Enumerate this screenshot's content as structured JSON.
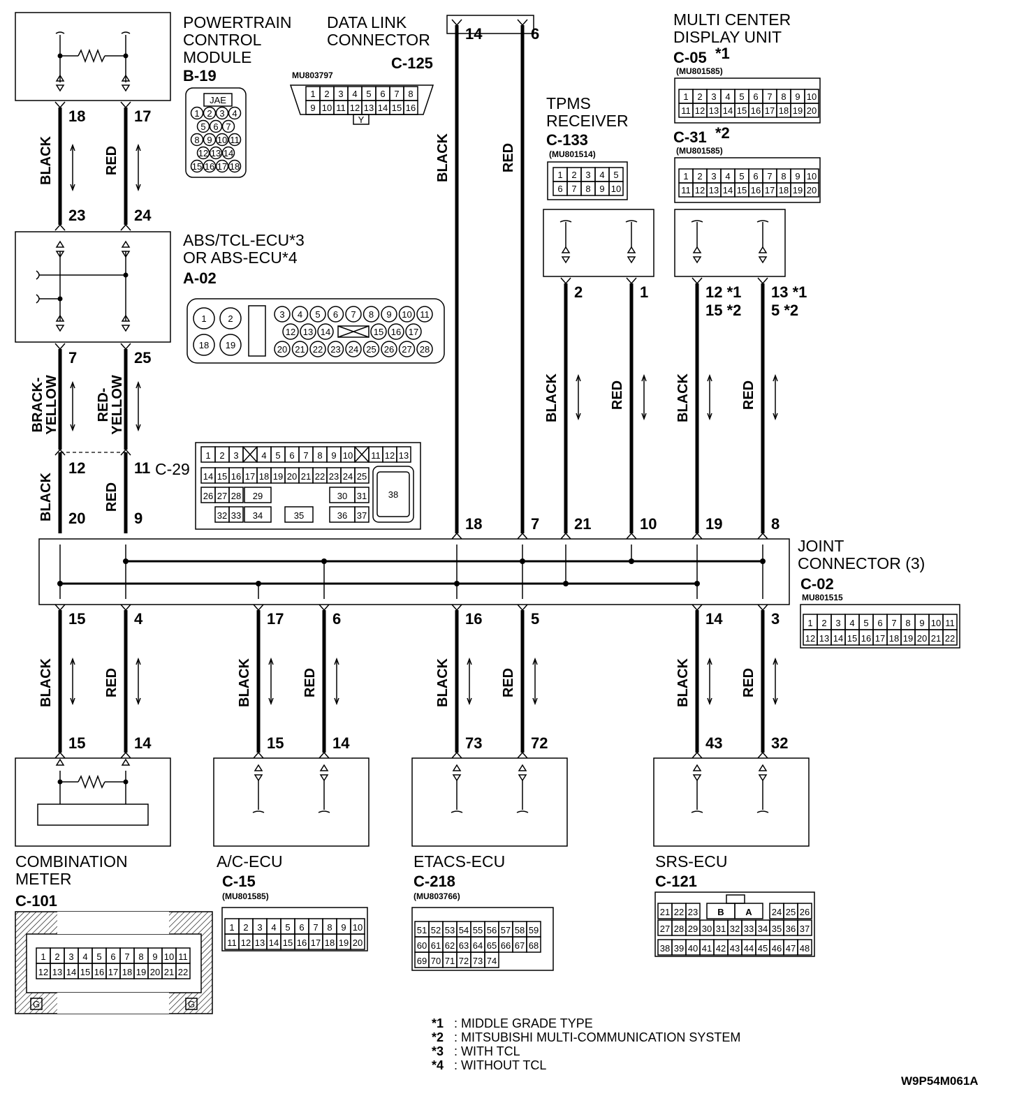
{
  "components": {
    "pcm": {
      "name": [
        "POWERTRAIN",
        "CONTROL",
        "MODULE"
      ],
      "code": "B-19",
      "tag": "JAE"
    },
    "dlc": {
      "name": [
        "DATA LINK",
        "CONNECTOR"
      ],
      "code": "C-125",
      "part": "MU803797",
      "tag": "Y"
    },
    "mcdu": {
      "name": [
        "MULTI CENTER",
        "DISPLAY UNIT"
      ],
      "code": "C-05",
      "code_mark": "*1",
      "part": "(MU801585)",
      "code2": "C-31",
      "code2_mark": "*2",
      "part2": "(MU801585)"
    },
    "tpms": {
      "name": [
        "TPMS",
        "RECEIVER"
      ],
      "code": "C-133",
      "part": "(MU801514)"
    },
    "abs": {
      "name": [
        "ABS/TCL-ECU*3",
        "OR ABS-ECU*4"
      ],
      "code": "A-02"
    },
    "c29": {
      "code": "C-29"
    },
    "joint": {
      "name": [
        "JOINT",
        "CONNECTOR (3)"
      ],
      "code": "C-02",
      "part": "MU801515"
    },
    "meter": {
      "name": [
        "COMBINATION",
        "METER"
      ],
      "code": "C-101",
      "tag": "G"
    },
    "ac": {
      "name": [
        "A/C-ECU"
      ],
      "code": "C-15",
      "part": "(MU801585)"
    },
    "etacs": {
      "name": [
        "ETACS-ECU"
      ],
      "code": "C-218",
      "part": "(MU803766)"
    },
    "srs": {
      "name": [
        "SRS-ECU"
      ],
      "code": "C-121"
    }
  },
  "wires": {
    "pcm_black": {
      "color": "BLACK",
      "pin_top": "18",
      "pin_bottom": "23"
    },
    "pcm_red": {
      "color": "RED",
      "pin_top": "17",
      "pin_bottom": "24"
    },
    "abs_black": {
      "color": "BRACK-YELLOW",
      "pin_top": "7",
      "pin_bottom": "12"
    },
    "abs_red": {
      "color": "RED-YELLOW",
      "pin_top": "25",
      "pin_bottom": "11"
    },
    "c29_black": {
      "color": "BLACK",
      "pin_bottom": "20"
    },
    "c29_red": {
      "color": "RED",
      "pin_bottom": "9"
    },
    "dlc_black": {
      "color": "BLACK",
      "pin_top": "14",
      "pin_bottom": "18"
    },
    "dlc_red": {
      "color": "RED",
      "pin_top": "6",
      "pin_bottom": "7"
    },
    "tpms_black": {
      "color": "BLACK",
      "pin_top": "2",
      "pin_bottom": "21"
    },
    "tpms_red": {
      "color": "RED",
      "pin_top": "1",
      "pin_bottom": "10"
    },
    "mcdu_black": {
      "color": "BLACK",
      "pin_top": "12 *1",
      "pin_top2": "15 *2",
      "pin_bottom": "19"
    },
    "mcdu_red": {
      "color": "RED",
      "pin_top": "13 *1",
      "pin_top2": "5 *2",
      "pin_bottom": "8"
    },
    "meter_black": {
      "color": "BLACK",
      "pin_top": "15",
      "pin_bottom": "15"
    },
    "meter_red": {
      "color": "RED",
      "pin_top": "4",
      "pin_bottom": "14"
    },
    "ac_black": {
      "color": "BLACK",
      "pin_top": "17",
      "pin_bottom": "15"
    },
    "ac_red": {
      "color": "RED",
      "pin_top": "6",
      "pin_bottom": "14"
    },
    "etacs_black": {
      "color": "BLACK",
      "pin_top": "16",
      "pin_bottom": "73"
    },
    "etacs_red": {
      "color": "RED",
      "pin_top": "5",
      "pin_bottom": "72"
    },
    "srs_black": {
      "color": "BLACK",
      "pin_top": "14",
      "pin_bottom": "43"
    },
    "srs_red": {
      "color": "RED",
      "pin_top": "3",
      "pin_bottom": "32"
    }
  },
  "connector_pins": {
    "pcm": [
      [
        "1",
        "2",
        "3",
        "4"
      ],
      [
        "5",
        "6",
        "7"
      ],
      [
        "8",
        "9",
        "10",
        "11"
      ],
      [
        "12",
        "13",
        "14"
      ],
      [
        "15",
        "16",
        "17",
        "18"
      ]
    ],
    "dlc": [
      [
        "1",
        "2",
        "3",
        "4",
        "5",
        "6",
        "7",
        "8"
      ],
      [
        "9",
        "10",
        "11",
        "12",
        "13",
        "14",
        "15",
        "16"
      ]
    ],
    "mcdu": [
      [
        "1",
        "2",
        "3",
        "4",
        "5",
        "6",
        "7",
        "8",
        "9",
        "10"
      ],
      [
        "11",
        "12",
        "13",
        "14",
        "15",
        "16",
        "17",
        "18",
        "19",
        "20"
      ]
    ],
    "tpms": [
      [
        "1",
        "2",
        "3",
        "4",
        "5"
      ],
      [
        "6",
        "7",
        "8",
        "9",
        "10"
      ]
    ],
    "abs_big": [
      "1",
      "2",
      "18",
      "19"
    ],
    "abs_small": [
      [
        "3",
        "4",
        "5",
        "6",
        "7",
        "8",
        "9",
        "10",
        "11"
      ],
      [
        "12",
        "13",
        "14",
        "15",
        "16",
        "17"
      ],
      [
        "20",
        "21",
        "22",
        "23",
        "24",
        "25",
        "26",
        "27",
        "28"
      ]
    ],
    "c29": [
      [
        "1",
        "2",
        "3",
        "4",
        "5",
        "6",
        "7",
        "8",
        "9",
        "10",
        "11",
        "12",
        "13"
      ],
      [
        "14",
        "15",
        "16",
        "17",
        "18",
        "19",
        "20",
        "21",
        "22",
        "23",
        "24",
        "25"
      ],
      [
        "26",
        "27",
        "28",
        "29",
        "30",
        "31"
      ],
      [
        "32",
        "33",
        "34",
        "35",
        "36",
        "37"
      ],
      [
        "38"
      ]
    ],
    "joint": [
      [
        "1",
        "2",
        "3",
        "4",
        "5",
        "6",
        "7",
        "8",
        "9",
        "10",
        "11"
      ],
      [
        "12",
        "13",
        "14",
        "15",
        "16",
        "17",
        "18",
        "19",
        "20",
        "21",
        "22"
      ]
    ],
    "meter": [
      [
        "1",
        "2",
        "3",
        "4",
        "5",
        "6",
        "7",
        "8",
        "9",
        "10",
        "11"
      ],
      [
        "12",
        "13",
        "14",
        "15",
        "16",
        "17",
        "18",
        "19",
        "20",
        "21",
        "22"
      ]
    ],
    "ac": [
      [
        "1",
        "2",
        "3",
        "4",
        "5",
        "6",
        "7",
        "8",
        "9",
        "10"
      ],
      [
        "11",
        "12",
        "13",
        "14",
        "15",
        "16",
        "17",
        "18",
        "19",
        "20"
      ]
    ],
    "etacs": [
      [
        "51",
        "52",
        "53",
        "54",
        "55",
        "56",
        "57",
        "58",
        "59"
      ],
      [
        "60",
        "61",
        "62",
        "63",
        "64",
        "65",
        "66",
        "67",
        "68"
      ],
      [
        "69",
        "70",
        "71",
        "72",
        "73",
        "74"
      ]
    ],
    "srs": [
      [
        "21",
        "22",
        "23",
        "B",
        "A",
        "24",
        "25",
        "26"
      ],
      [
        "27",
        "28",
        "29",
        "30",
        "31",
        "32",
        "33",
        "34",
        "35",
        "36",
        "37"
      ],
      [
        "38",
        "39",
        "40",
        "41",
        "42",
        "43",
        "44",
        "45",
        "46",
        "47",
        "48"
      ]
    ]
  },
  "notes": [
    {
      "mark": "*1",
      "text": ": MIDDLE GRADE TYPE"
    },
    {
      "mark": "*2",
      "text": ": MITSUBISHI MULTI-COMMUNICATION SYSTEM"
    },
    {
      "mark": "*3",
      "text": ": WITH TCL"
    },
    {
      "mark": "*4",
      "text": ": WITHOUT TCL"
    }
  ],
  "figure_ref": "W9P54M061A"
}
